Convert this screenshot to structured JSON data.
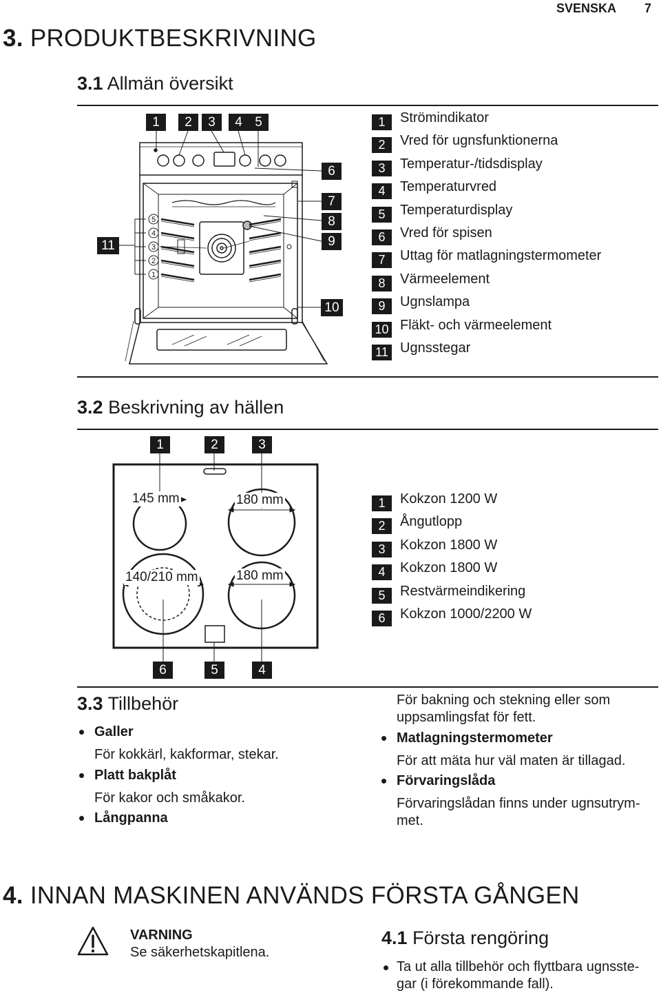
{
  "header": {
    "language": "SVENSKA",
    "page_number": "7"
  },
  "section3": {
    "num": "3.",
    "title": "PRODUKTBESKRIVNING"
  },
  "section3_1": {
    "num": "3.1",
    "title": "Allmän översikt"
  },
  "oven_callouts": {
    "top": [
      "1",
      "2",
      "3",
      "4",
      "5"
    ],
    "right": [
      "6",
      "7",
      "8",
      "9",
      "10"
    ],
    "left": "11",
    "shelves": [
      "5",
      "4",
      "3",
      "2",
      "1"
    ]
  },
  "oven_legend": [
    {
      "num": "1",
      "text": "Strömindikator"
    },
    {
      "num": "2",
      "text": "Vred för ugnsfunktionerna"
    },
    {
      "num": "3",
      "text": "Temperatur-/tidsdisplay"
    },
    {
      "num": "4",
      "text": "Temperaturvred"
    },
    {
      "num": "5",
      "text": "Temperaturdisplay"
    },
    {
      "num": "6",
      "text": "Vred för spisen"
    },
    {
      "num": "7",
      "text": "Uttag för matlagningstermometer"
    },
    {
      "num": "8",
      "text": "Värmeelement"
    },
    {
      "num": "9",
      "text": "Ugnslampa"
    },
    {
      "num": "10",
      "text": "Fläkt- och värmeelement"
    },
    {
      "num": "11",
      "text": "Ugnsstegar"
    }
  ],
  "section3_2": {
    "num": "3.2",
    "title": "Beskrivning av hällen"
  },
  "hob_callouts": {
    "top": [
      "1",
      "2",
      "3"
    ],
    "bottom": [
      "6",
      "5",
      "4"
    ]
  },
  "hob_dims": {
    "d1": "145 mm",
    "d3": "180 mm",
    "d6": "140/210 mm",
    "d4": "180 mm"
  },
  "hob_legend": [
    {
      "num": "1",
      "text": "Kokzon 1200 W"
    },
    {
      "num": "2",
      "text": "Ångutlopp"
    },
    {
      "num": "3",
      "text": "Kokzon 1800 W"
    },
    {
      "num": "4",
      "text": "Kokzon 1800 W"
    },
    {
      "num": "5",
      "text": "Restvärmeindikering"
    },
    {
      "num": "6",
      "text": "Kokzon 1000/2200 W"
    }
  ],
  "section3_3": {
    "num": "3.3",
    "title": "Tillbehör",
    "items": [
      {
        "name": "Galler",
        "desc": "För kokkärl, kakformar, stekar."
      },
      {
        "name": "Platt bakplåt",
        "desc": "För kakor och småkakor."
      },
      {
        "name": "Långpanna",
        "desc": "För bakning och stekning eller som uppsamlingsfat för fett."
      },
      {
        "name": "Matlagningstermometer",
        "desc": "För att mäta hur väl maten är tillagad."
      },
      {
        "name": "Förvaringslåda",
        "desc": "Förvaringslådan finns under ugnsutrym-met."
      }
    ]
  },
  "section4": {
    "num": "4.",
    "title": "INNAN MASKINEN ANVÄNDS FÖRSTA GÅNGEN"
  },
  "warning": {
    "title": "VARNING",
    "text": "Se säkerhetskapitlena."
  },
  "section4_1": {
    "num": "4.1",
    "title": "Första rengöring",
    "bullet": "Ta ut alla tillbehör och flyttbara ugnsste-gar (i förekommande fall)."
  }
}
